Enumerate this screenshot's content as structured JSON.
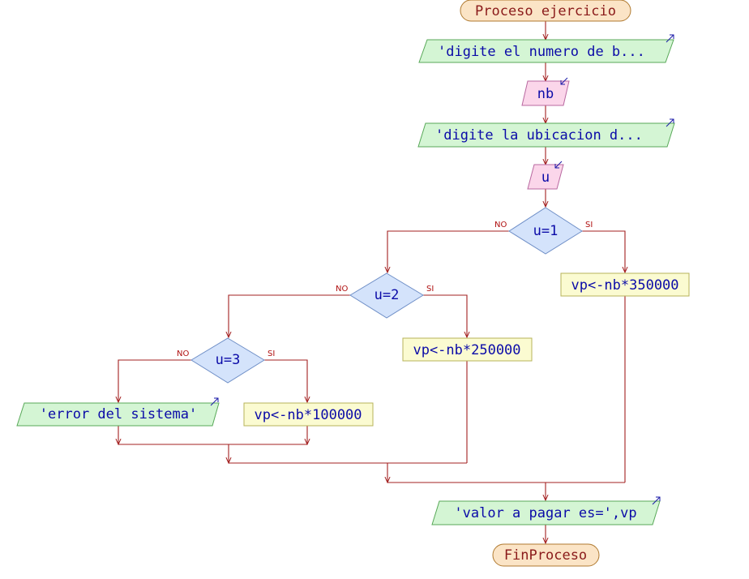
{
  "flowchart": {
    "start": "Proceso ejercicio",
    "end": "FinProceso",
    "write_prompt_base": "'digite el numero de b...",
    "read_base": "nb",
    "write_prompt_location": "'digite la ubicacion d...",
    "read_location": "u",
    "write_error": "'error del sistema'",
    "write_result": "'valor a pagar es=',vp",
    "decisions": [
      {
        "condition": "u=1",
        "yes_label": "SI",
        "no_label": "NO"
      },
      {
        "condition": "u=2",
        "yes_label": "SI",
        "no_label": "NO"
      },
      {
        "condition": "u=3",
        "yes_label": "SI",
        "no_label": "NO"
      }
    ],
    "assign_350000": "vp<-nb*350000",
    "assign_250000": "vp<-nb*250000",
    "assign_100000": "vp<-nb*100000"
  },
  "colors": {
    "terminal": "#fbe4c6",
    "io": "#d4f5d4",
    "input": "#fbd6ea",
    "decision": "#d4e3fb",
    "process": "#fbfbd1",
    "edge": "#a32020"
  }
}
